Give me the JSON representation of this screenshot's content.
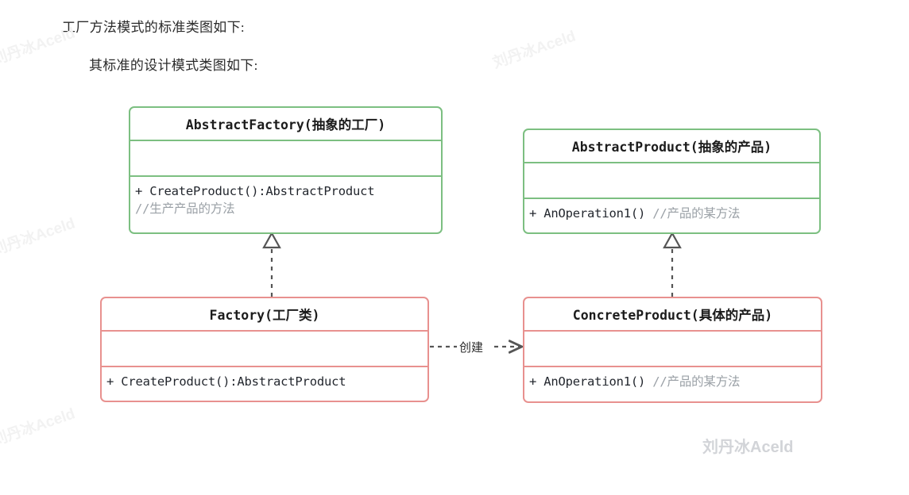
{
  "page": {
    "intro_line_1": "工厂方法模式的标准类图如下:",
    "intro_line_2": "其标准的设计模式类图如下:"
  },
  "colors": {
    "abstract_border": "#7cbf81",
    "concrete_border": "#e8918f",
    "connector": "#555555",
    "comment_text": "#9aa0a6",
    "title_text": "#1c1c1c",
    "watermark_faint": "#f2f2f2",
    "watermark_solid": "#d2d4d8"
  },
  "diagram": {
    "type": "uml-class-diagram",
    "classes": [
      {
        "id": "abstract-factory",
        "title": "AbstractFactory(抽象的工厂)",
        "stereotype": "abstract",
        "border_color": "#7cbf81",
        "attributes": [],
        "methods": [
          {
            "signature": "+ CreateProduct():AbstractProduct",
            "comment": ""
          },
          {
            "signature": "",
            "comment": "//生产产品的方法"
          }
        ]
      },
      {
        "id": "abstract-product",
        "title": "AbstractProduct(抽象的产品)",
        "stereotype": "abstract",
        "border_color": "#7cbf81",
        "attributes": [],
        "methods": [
          {
            "signature": "+ AnOperation1()",
            "comment": "//产品的某方法"
          }
        ]
      },
      {
        "id": "factory",
        "title": "Factory(工厂类)",
        "stereotype": "concrete",
        "border_color": "#e8918f",
        "attributes": [],
        "methods": [
          {
            "signature": "+ CreateProduct():AbstractProduct",
            "comment": ""
          }
        ]
      },
      {
        "id": "concrete-product",
        "title": "ConcreteProduct(具体的产品)",
        "stereotype": "concrete",
        "border_color": "#e8918f",
        "attributes": [],
        "methods": [
          {
            "signature": "+ AnOperation1()",
            "comment": "//产品的某方法"
          }
        ]
      }
    ],
    "relations": [
      {
        "id": "factory-realizes-abstractfactory",
        "from": "factory",
        "to": "abstract-factory",
        "kind": "realization",
        "line": "dashed",
        "arrowhead": "hollow-triangle",
        "label": ""
      },
      {
        "id": "concreteproduct-realizes-abstractproduct",
        "from": "concrete-product",
        "to": "abstract-product",
        "kind": "realization",
        "line": "dashed",
        "arrowhead": "hollow-triangle",
        "label": ""
      },
      {
        "id": "factory-creates-concreteproduct",
        "from": "factory",
        "to": "concrete-product",
        "kind": "dependency",
        "line": "dashed",
        "arrowhead": "open-arrow",
        "label": "创建"
      }
    ]
  },
  "watermarks": {
    "faint_text": "刘丹冰Aceld",
    "solid_text": "刘丹冰Aceld"
  }
}
